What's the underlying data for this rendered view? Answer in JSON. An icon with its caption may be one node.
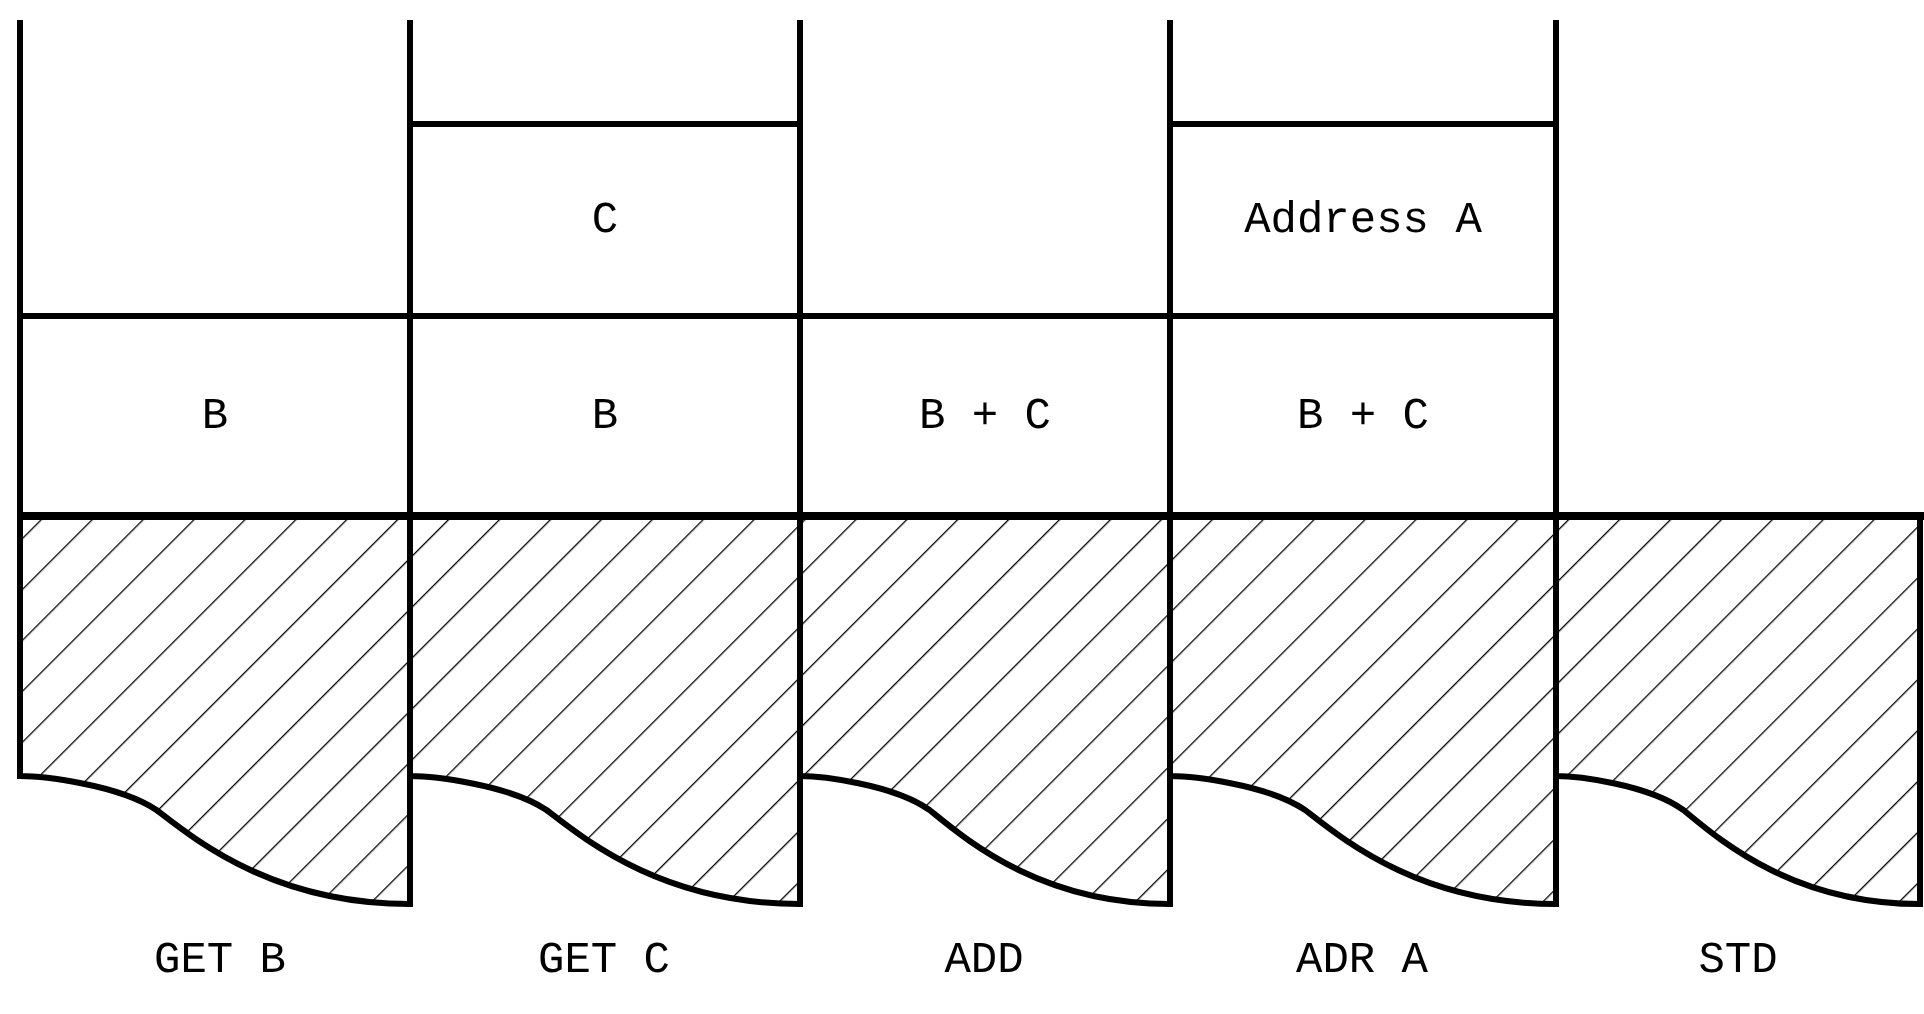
{
  "diagram": {
    "nodes": [
      {
        "text": [
          "B"
        ]
      },
      {
        "text": [
          "C"
        ]
      },
      {
        "text": [
          "B"
        ]
      },
      {
        "text": [
          "B + C"
        ]
      },
      {
        "text": [
          "Address A"
        ]
      },
      {
        "text": [
          "B + C"
        ]
      }
    ],
    "labels": [
      "GET B",
      "GET C",
      "ADD",
      "ADR A",
      "STD"
    ]
  }
}
